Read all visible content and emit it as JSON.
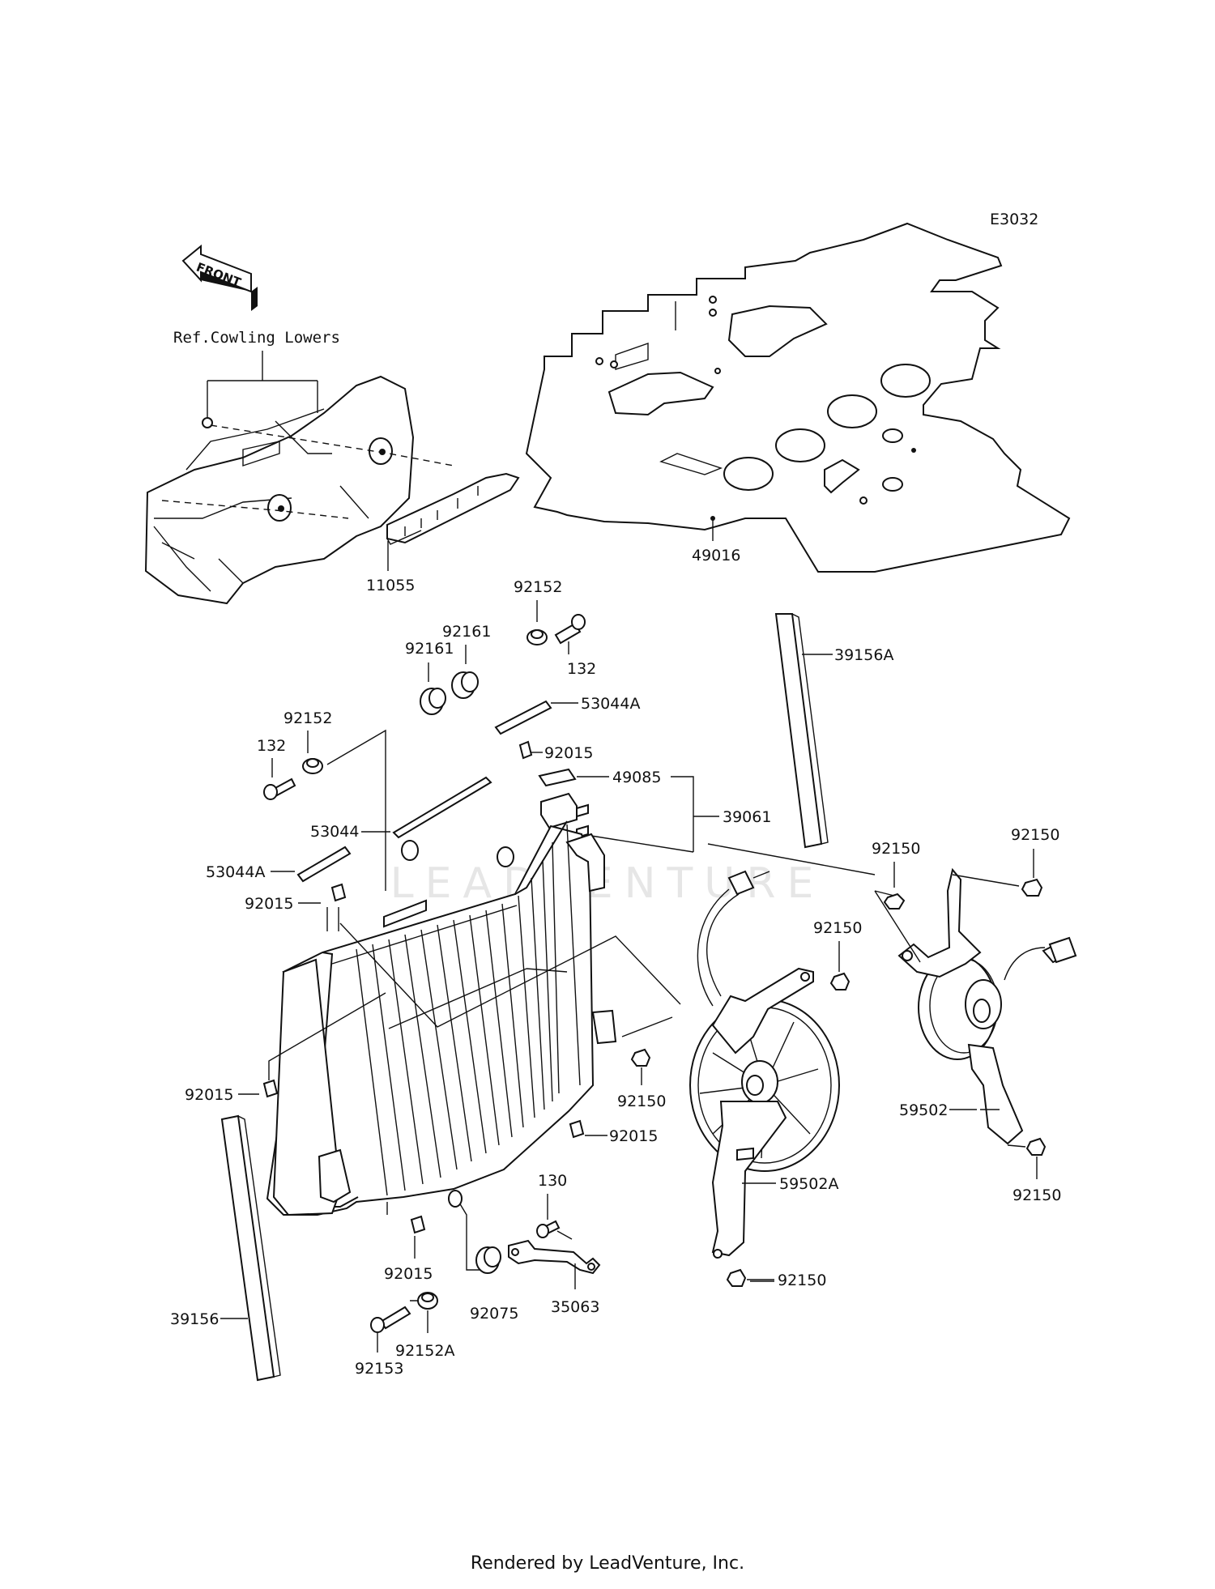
{
  "diagram_code": "E3032",
  "front_arrow_label": "FRONT",
  "reference_note": "Ref.Cowling Lowers",
  "footer": "Rendered by LeadVenture, Inc.",
  "watermark": "LEADVENTURE",
  "part_labels": {
    "p11055": "11055",
    "p49016": "49016",
    "p92152_top": "92152",
    "p132_top": "132",
    "p92161_a": "92161",
    "p92161_b": "92161",
    "p39156A": "39156A",
    "p53044A_top": "53044A",
    "p92152_left": "92152",
    "p132_left": "132",
    "p92015_top": "92015",
    "p49085": "49085",
    "p39061": "39061",
    "p53044": "53044",
    "p53044A_left": "53044A",
    "p92015_left": "92015",
    "p92150_a": "92150",
    "p92150_b": "92150",
    "p92150_c": "92150",
    "p92150_d": "92150",
    "p92150_e": "92150",
    "p92150_f": "92150",
    "p92015_mid_left": "92015",
    "p92015_right": "92015",
    "p59502": "59502",
    "p59502A": "59502A",
    "p130": "130",
    "p92015_bottom": "92015",
    "p92075": "92075",
    "p35063": "35063",
    "p39156": "39156",
    "p92152A": "92152A",
    "p92153": "92153"
  }
}
